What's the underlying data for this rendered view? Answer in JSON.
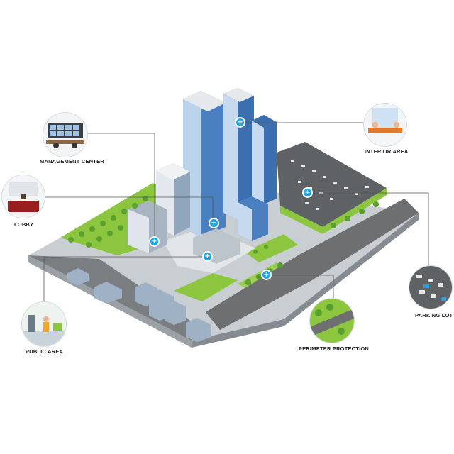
{
  "zones": {
    "management_center": "MANAGEMENT CENTER",
    "lobby": "LOBBY",
    "public_area": "PUBLIC AREA",
    "interior_area": "INTERIOR AREA",
    "parking_lot": "PARKING LOT",
    "perimeter_protection": "PERIMETER PROTECTION"
  },
  "hotspot_symbol": "+",
  "colors": {
    "accent": "#1aa3e8",
    "grass": "#8cc63f",
    "ground": "#d9dde0",
    "road": "#6d6f71",
    "glass": "#3b6fb0",
    "connector": "#555555"
  },
  "icons": [
    "plus-icon"
  ]
}
